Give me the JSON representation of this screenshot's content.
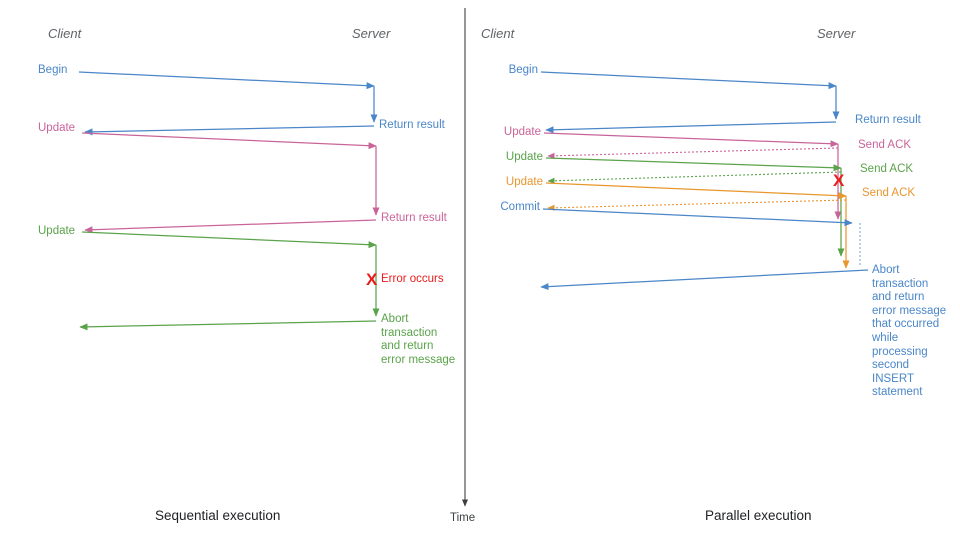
{
  "figure": {
    "title_left": "Sequential execution",
    "title_right": "Parallel execution",
    "time_axis_label": "Time"
  },
  "colors": {
    "blue": "#4a86c8",
    "pink": "#c9649a",
    "green": "#5aa34a",
    "orange": "#e8962e",
    "red": "#ea1c1c",
    "header_gray": "#5f6368",
    "caption": "#202124",
    "axis": "#3c4043"
  },
  "left_panel": {
    "header_client": "Client",
    "header_server": "Server",
    "caption": "Sequential execution",
    "messages": [
      {
        "label": "Begin",
        "color": "blue"
      },
      {
        "label": "Update",
        "color": "pink"
      },
      {
        "label": "Update",
        "color": "green"
      }
    ],
    "server_notes": [
      {
        "text": "Return result",
        "color": "blue"
      },
      {
        "text": "Return result",
        "color": "pink"
      },
      {
        "text": "Abort\ntransaction\nand return\nerror message",
        "color": "green"
      }
    ],
    "error": {
      "marker": "X",
      "text": "Error occurs",
      "color": "red"
    }
  },
  "right_panel": {
    "header_client": "Client",
    "header_server": "Server",
    "caption": "Parallel execution",
    "messages": [
      {
        "label": "Begin",
        "color": "blue"
      },
      {
        "label": "Update",
        "color": "pink"
      },
      {
        "label": "Update",
        "color": "green"
      },
      {
        "label": "Update",
        "color": "orange"
      },
      {
        "label": "Commit",
        "color": "blue"
      }
    ],
    "server_notes": [
      {
        "text": "Return result",
        "color": "blue"
      },
      {
        "text": "Send ACK",
        "color": "pink"
      },
      {
        "text": "Send ACK",
        "color": "green"
      },
      {
        "text": "Send ACK",
        "color": "orange"
      },
      {
        "text": "Abort\ntransaction\nand return\nerror message\nthat occurred\nwhile\nprocessing\nsecond\nINSERT\nstatement",
        "color": "blue"
      }
    ],
    "error": {
      "marker": "X",
      "color": "red"
    }
  }
}
